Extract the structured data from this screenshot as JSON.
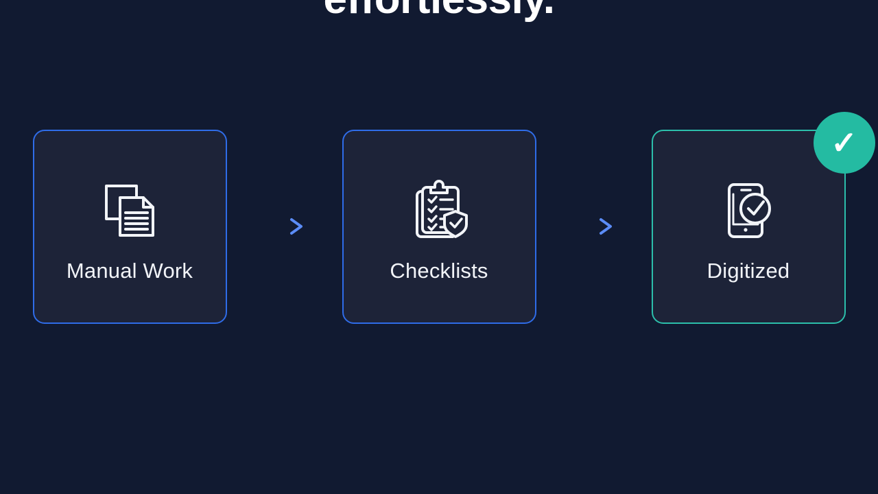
{
  "slide": {
    "heading": "effortlessly.",
    "background_color": "#111a31"
  },
  "flow": {
    "steps": [
      {
        "label": "Manual Work",
        "icon": "documents-copy-icon",
        "accent_color": "#2f6ce8",
        "state": "default"
      },
      {
        "label": "Checklists",
        "icon": "clipboard-shield-check-icon",
        "accent_color": "#2f6ce8",
        "state": "default"
      },
      {
        "label": "Digitized",
        "icon": "mobile-check-icon",
        "accent_color": "#2cbfab",
        "state": "complete",
        "badge": {
          "glyph": "✓",
          "color": "#24bba2",
          "name": "check-badge"
        }
      }
    ],
    "connectors": [
      {
        "icon": "arrow-right-icon",
        "color": "#3b74ef"
      },
      {
        "icon": "arrow-right-icon",
        "color": "#3b74ef"
      }
    ],
    "card_background": "#1d2338"
  }
}
